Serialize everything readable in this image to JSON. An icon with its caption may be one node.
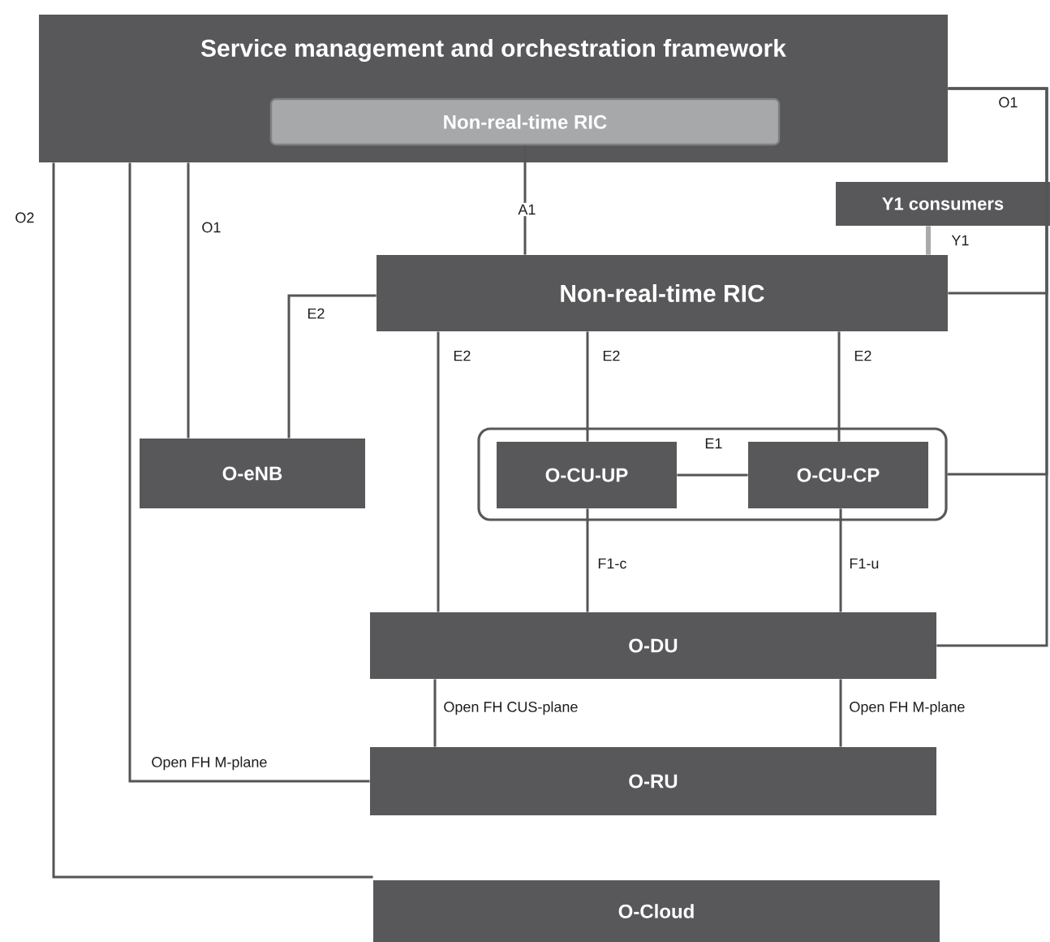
{
  "diagram": {
    "nodes": [
      {
        "text": [
          "Service management and orchestration framework"
        ]
      },
      {
        "text": [
          "Non-real-time RIC"
        ],
        "in": 0
      },
      {
        "text": [
          "Y1 consumers"
        ]
      },
      {
        "text": [
          "Non-real-time RIC"
        ]
      },
      {
        "text": [
          "O-eNB"
        ]
      },
      {
        "text": [],
        "shape": "box"
      },
      {
        "text": [
          "O-CU-UP"
        ],
        "in": 5
      },
      {
        "text": [
          "O-CU-CP"
        ],
        "in": 5
      },
      {
        "text": [
          "O-DU"
        ]
      },
      {
        "text": [
          "O-RU"
        ]
      },
      {
        "text": [
          "O-Cloud"
        ]
      }
    ],
    "edges": [
      {
        "from": 1,
        "to": 3,
        "arrow": "none",
        "label": "A1"
      },
      {
        "from": 2,
        "to": 3,
        "arrow": "none",
        "label": "Y1",
        "style": "thick",
        "color": "#aaaaaa"
      },
      {
        "from": 0,
        "to": 3,
        "arrow": "none",
        "label": "O1"
      },
      {
        "from": 0,
        "to": 5,
        "arrow": "none"
      },
      {
        "from": 0,
        "to": 8,
        "arrow": "none"
      },
      {
        "from": 0,
        "to": 10,
        "arrow": "none",
        "label": "O2"
      },
      {
        "from": 0,
        "to": 9,
        "arrow": "none",
        "label": "Open FH M-plane"
      },
      {
        "from": 0,
        "to": 4,
        "arrow": "none",
        "label": "O1"
      },
      {
        "from": 3,
        "to": 4,
        "arrow": "none",
        "label": "E2"
      },
      {
        "from": 3,
        "to": 8,
        "arrow": "none",
        "label": "E2"
      },
      {
        "from": 3,
        "to": 6,
        "arrow": "none",
        "label": "E2"
      },
      {
        "from": 3,
        "to": 7,
        "arrow": "none",
        "label": "E2"
      },
      {
        "from": 6,
        "to": 7,
        "arrow": "none",
        "label": "E1"
      },
      {
        "from": 6,
        "to": 8,
        "arrow": "none",
        "label": "F1-c"
      },
      {
        "from": 7,
        "to": 8,
        "arrow": "none",
        "label": "F1-u"
      },
      {
        "from": 8,
        "to": 9,
        "arrow": "none",
        "label": "Open FH CUS-plane"
      },
      {
        "from": 8,
        "to": 9,
        "arrow": "none",
        "label": "Open FH M-plane"
      }
    ]
  }
}
